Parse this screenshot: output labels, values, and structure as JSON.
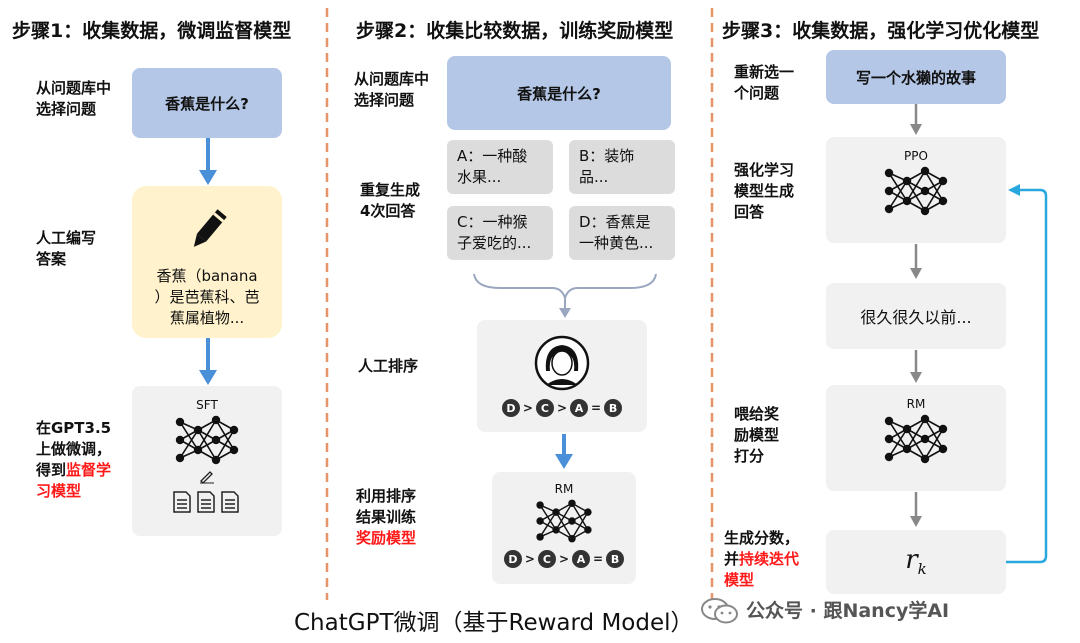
{
  "col1": {
    "header": "步骤1：收集数据，微调监督模型",
    "label_select": "从问题库中\n选择问题",
    "question": "香蕉是什么?",
    "label_write": "人工编写\n答案",
    "answer": "香蕉（banana\n）是芭蕉科、芭\n蕉属植物...",
    "label_finetune": "在GPT3.5\n上做微调，\n得到",
    "label_finetune_red": "监督学\n习模型",
    "net": "SFT"
  },
  "col2": {
    "header": "步骤2：收集比较数据，训练奖励模型",
    "label_select": "从问题库中\n选择问题",
    "question": "香蕉是什么?",
    "label_generate": "重复生成\n4次回答",
    "options": [
      "A：一种酸\n水果...",
      "B：装饰\n品...",
      "C：一种猴\n子爱吃的...",
      "D：香蕉是\n一种黄色..."
    ],
    "label_rank": "人工排序",
    "ranking": [
      "D",
      ">",
      "C",
      ">",
      "A",
      "=",
      "B"
    ],
    "label_train": "利用排序\n结果训练",
    "label_train_red": "奖励模型",
    "net": "RM"
  },
  "col3": {
    "header": "步骤3：收集数据，强化学习优化模型",
    "label_select": "重新选一\n个问题",
    "question": "写一个水獭的故事",
    "label_generate": "强化学习\n模型生成\n回答",
    "net_ppo": "PPO",
    "story": "很久很久以前...",
    "label_score": "喂给奖\n励模型\n打分",
    "net_rm": "RM",
    "label_iterate": "生成分数，\n并",
    "label_iterate_red": "持续迭代\n模型",
    "reward_symbol": "r",
    "reward_sub": "k"
  },
  "footer": "ChatGPT微调（基于Reward Model）",
  "watermark": "公众号 · 跟Nancy学AI",
  "colors": {
    "blue_box": "#b4c7e7",
    "arrow_blue": "#4a90d9",
    "red_text": "#ff1a1a",
    "divider": "#e8946a",
    "loop_arrow": "#29a8e0"
  }
}
